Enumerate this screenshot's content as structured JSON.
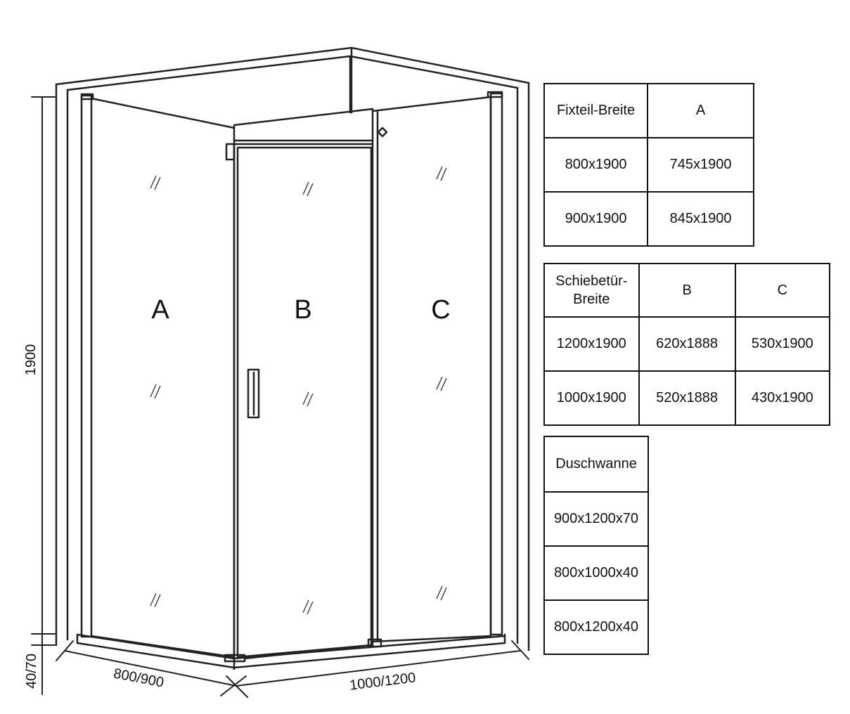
{
  "diagram": {
    "panel_labels": {
      "a": "A",
      "b": "B",
      "c": "C"
    },
    "dimensions": {
      "height": "1900",
      "tray_height": "40/70",
      "depth": "800/900",
      "width": "1000/1200"
    }
  },
  "tables": {
    "fixed_panel": {
      "headers": [
        "Fixteil-Breite",
        "A"
      ],
      "rows": [
        [
          "800x1900",
          "745x1900"
        ],
        [
          "900x1900",
          "845x1900"
        ]
      ]
    },
    "sliding_door": {
      "headers": [
        "Schiebetür-Breite",
        "B",
        "C"
      ],
      "header_lines": [
        "Schiebetür-",
        "Breite"
      ],
      "rows": [
        [
          "1200x1900",
          "620x1888",
          "530x1900"
        ],
        [
          "1000x1900",
          "520x1888",
          "430x1900"
        ]
      ]
    },
    "shower_tray": {
      "headers": [
        "Duschwanne"
      ],
      "rows": [
        [
          "900x1200x70"
        ],
        [
          "800x1000x40"
        ],
        [
          "800x1200x40"
        ]
      ]
    }
  }
}
